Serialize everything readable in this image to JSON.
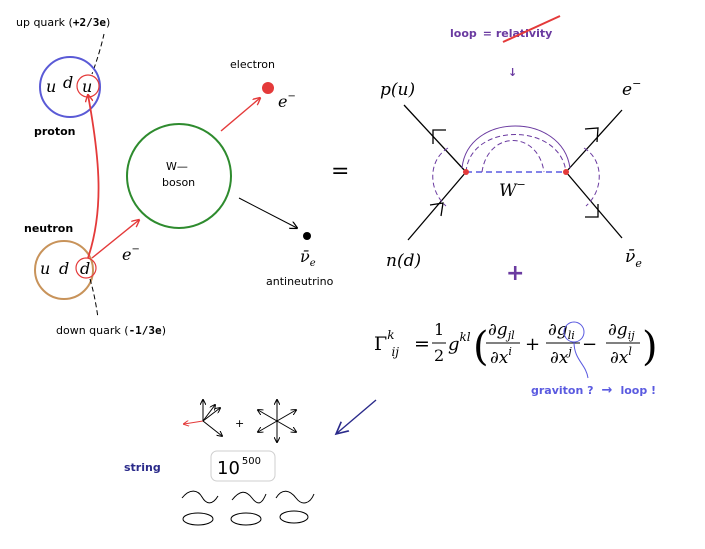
{
  "labels": {
    "up_quark_prefix": "up quark (",
    "up_quark_charge": "+2/3e",
    "up_quark_suffix": ")",
    "down_quark_prefix": "down quark (",
    "down_quark_charge": "-1/3e",
    "down_quark_suffix": ")",
    "proton": "proton",
    "neutron": "neutron",
    "electron": "electron",
    "antineutrino": "antineutrino",
    "w_boson_line1": "W—",
    "w_boson_line2": "boson",
    "equals": "=",
    "plus_main": "+",
    "loop": "loop",
    "eq_relativity": "= ",
    "relativity": "relativity",
    "down_arrow": "↓",
    "graviton": "graviton ?",
    "right_arrow": "→",
    "loop_excl": "loop !",
    "string": "string",
    "plus_small": "+",
    "strings_count_base": "10",
    "strings_count_exp": "500"
  },
  "quarks": {
    "proton": [
      "u",
      "d",
      "u"
    ],
    "neutron": [
      "u",
      "d",
      "d"
    ]
  },
  "feynman": {
    "p": "p",
    "u": "u",
    "n": "n",
    "d": "d",
    "e": "e",
    "minus": "−",
    "nu": "ν̄",
    "nu_sub": "e",
    "W": "W",
    "W_sup": "−"
  },
  "particles": {
    "e": "e",
    "e_sup": "−",
    "nu": "ν̄",
    "nu_sub": "e"
  },
  "formula": {
    "gamma": "Γ",
    "k": "k",
    "ij": "ij",
    "eq": "=",
    "one": "1",
    "two": "2",
    "g": "g",
    "kl": "kl",
    "partial": "∂",
    "plus": "+",
    "minus": "−",
    "jl": "jl",
    "li": "li",
    "ij2": "ij",
    "x": "x",
    "i": "i",
    "j": "j",
    "l": "l"
  },
  "colors": {
    "proton_circle": "#5a5ad6",
    "neutron_circle": "#c8935a",
    "w_circle": "#2e8b2e",
    "red": "#e43a3a",
    "purple": "#6a3aa0",
    "plus_purple": "#6a3aa0",
    "blue_text": "#5a5ae0",
    "navy": "#2a2a8a"
  }
}
